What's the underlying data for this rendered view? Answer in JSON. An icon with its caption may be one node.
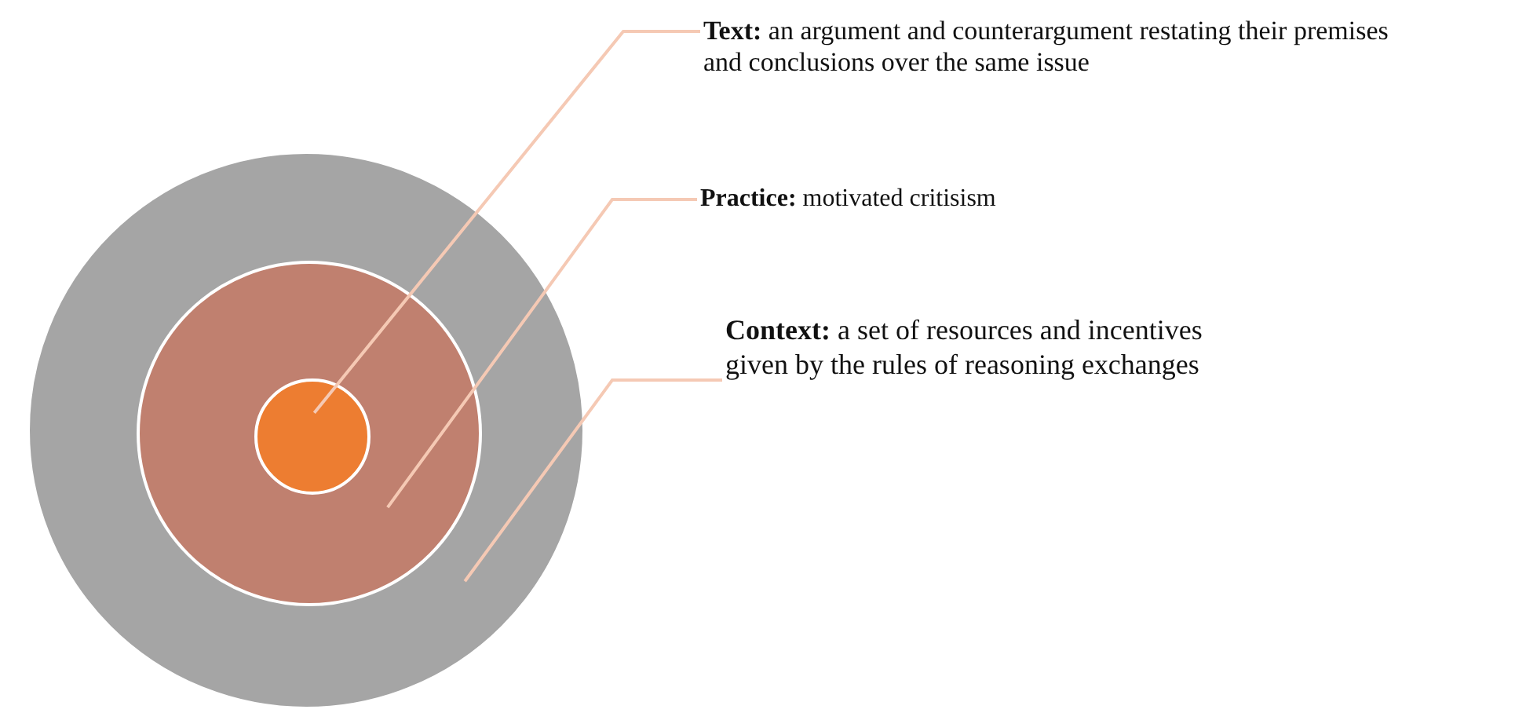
{
  "diagram": {
    "nodes": [
      {
        "text": [],
        "shape": "circle"
      },
      {
        "text": [],
        "shape": "circle",
        "in": 0
      },
      {
        "text": [],
        "shape": "circle",
        "in": 1
      },
      {
        "text": [
          "**Text:** an argument and counterargument restating their premises and conclusions over the same issue"
        ]
      },
      {
        "text": [
          "**Practice:** motivated critisism"
        ]
      },
      {
        "text": [
          "**Context:** a set of resources and incentives given by the rules of reasoning exchanges"
        ]
      }
    ],
    "edges": [
      {
        "from": 3,
        "to": 2,
        "arrow": "none"
      },
      {
        "from": 4,
        "to": 1,
        "arrow": "none"
      },
      {
        "from": 5,
        "to": 0,
        "arrow": "none"
      }
    ]
  }
}
